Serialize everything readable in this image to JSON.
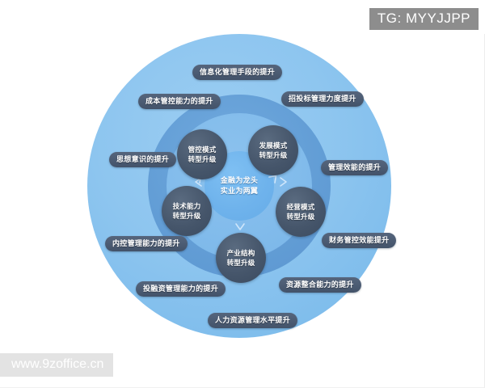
{
  "watermarks": {
    "telegram_badge": "TG: MYYJJPP",
    "site": "www.9zoffice.cn"
  },
  "diagram": {
    "core": {
      "line1": "金融为龙头",
      "line2": "实业为两翼"
    },
    "nodes": [
      {
        "id": "node-governance",
        "line1": "管控模式",
        "line2": "转型升级"
      },
      {
        "id": "node-development",
        "line1": "发展模式",
        "line2": "转型升级"
      },
      {
        "id": "node-operation",
        "line1": "经营模式",
        "line2": "转型升级"
      },
      {
        "id": "node-industry",
        "line1": "产业结构",
        "line2": "转型升级"
      },
      {
        "id": "node-technology",
        "line1": "技术能力",
        "line2": "转型升级"
      }
    ],
    "outer_labels": [
      {
        "id": "label-informatization",
        "text": "信息化管理手段的提升"
      },
      {
        "id": "label-bidding",
        "text": "招投标管理力度提升"
      },
      {
        "id": "label-management-efficiency",
        "text": "管理效能的提升"
      },
      {
        "id": "label-finance-control",
        "text": "财务管控效能提升"
      },
      {
        "id": "label-resource-integration",
        "text": "资源整合能力的提升"
      },
      {
        "id": "label-human-resources",
        "text": "人力资源管理水平提升"
      },
      {
        "id": "label-investment-financing",
        "text": "投融资管理能力的提升"
      },
      {
        "id": "label-internal-control",
        "text": "内控管理能力的提升"
      },
      {
        "id": "label-mindset",
        "text": "思想意识的提升"
      },
      {
        "id": "label-cost-control",
        "text": "成本管控能力的提升"
      }
    ]
  },
  "colors": {
    "outer_circle": "#8dc5ef",
    "mid_ring": "#639ed6",
    "inner_circle": "#81bbeb",
    "core_circle": "#6fb3ec",
    "node_fill": "#46566b",
    "pill_fill": "#4a5a70",
    "badge_bg": "#8d8d8d",
    "watermark_bg": "#e3e3e3",
    "page_bg": "#ffffff"
  }
}
